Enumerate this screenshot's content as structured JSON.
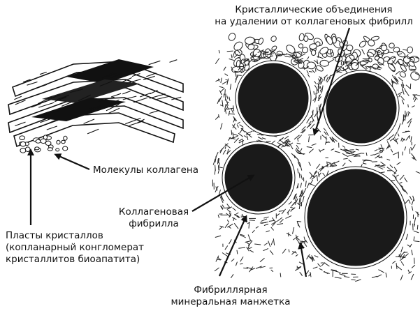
{
  "labels": {
    "crystal_unions": [
      "Кристаллические объединения",
      "на удалении от коллагеновых фибрилл"
    ],
    "collagen_molecules": "Молекулы коллагена",
    "collagen_fibril": [
      "Коллагеновая",
      "фибрилла"
    ],
    "crystal_plates": [
      "Пласты кристаллов",
      "(копланарный конгломерат",
      "кристаллитов биоапатита)"
    ],
    "mineral_cuff": [
      "Фибриллярная",
      "минеральная манжетка"
    ]
  },
  "colors": {
    "ink": "#111111",
    "fibril": "#1a1a1a",
    "background": "#ffffff"
  }
}
